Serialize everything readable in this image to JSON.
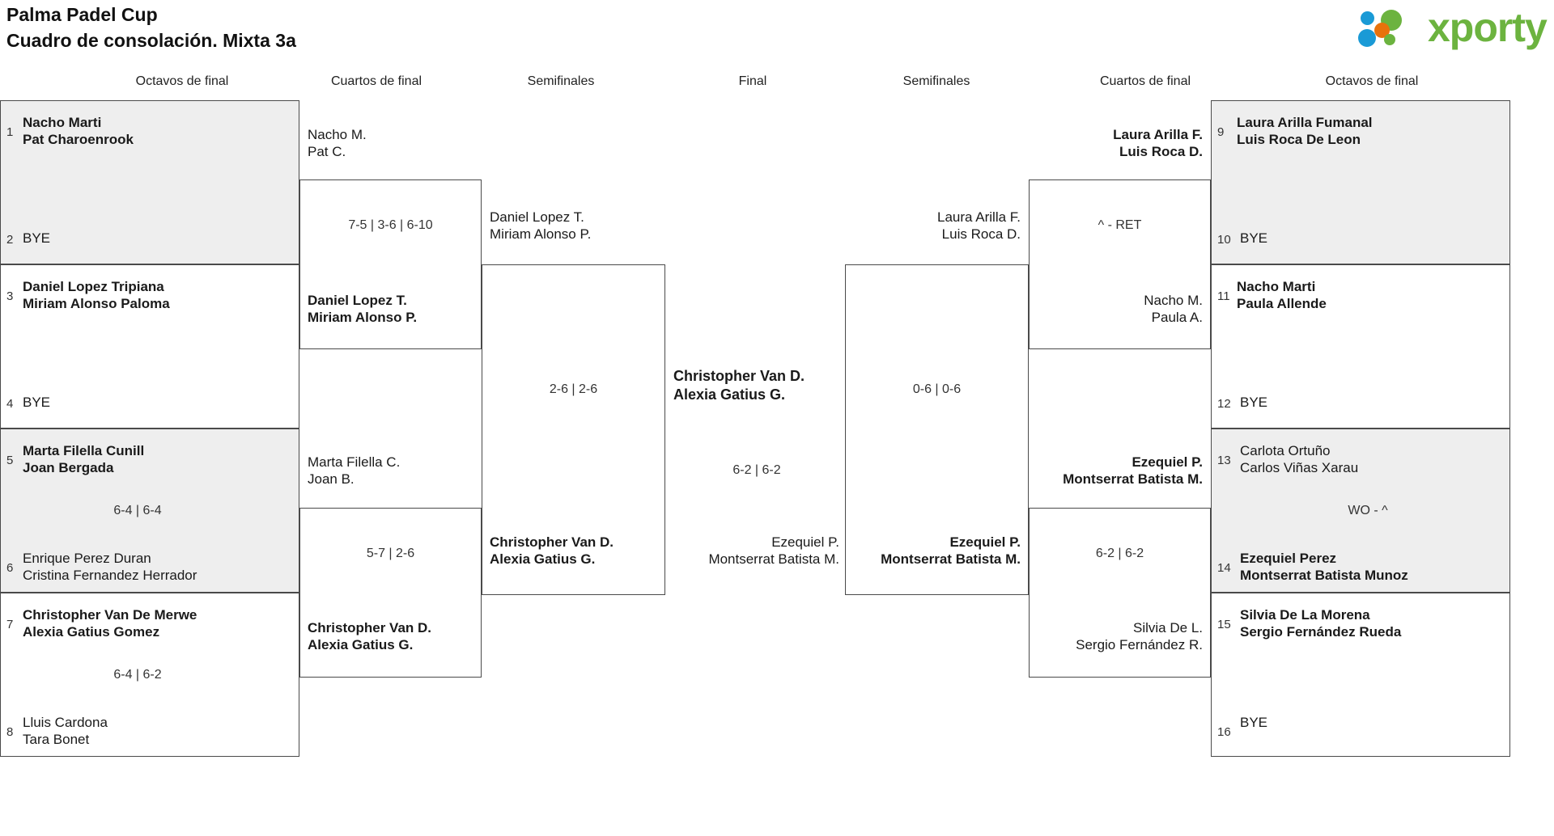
{
  "header": {
    "title_line1": "Palma Padel Cup",
    "title_line2": "Cuadro de consolación. Mixta 3a",
    "logo_text": "xporty",
    "logo_colors": {
      "green": "#6cb33f",
      "blue": "#1a9ad6",
      "orange": "#e8720c"
    }
  },
  "round_headers": [
    {
      "label": "Octavos de final"
    },
    {
      "label": "Cuartos de final"
    },
    {
      "label": "Semifinales"
    },
    {
      "label": "Final"
    },
    {
      "label": "Semifinales"
    },
    {
      "label": "Cuartos de final"
    },
    {
      "label": "Octavos de final"
    }
  ],
  "left": {
    "r16": [
      {
        "shaded": true,
        "top_seed": "1",
        "top_l1": "Nacho Marti",
        "top_l2": "Pat Charoenrook",
        "top_win": true,
        "bot_seed": "2",
        "bot_l1": "BYE",
        "bot_l2": "",
        "bot_win": false,
        "score": ""
      },
      {
        "shaded": false,
        "top_seed": "3",
        "top_l1": "Daniel Lopez Tripiana",
        "top_l2": "Miriam Alonso Paloma",
        "top_win": true,
        "bot_seed": "4",
        "bot_l1": "BYE",
        "bot_l2": "",
        "bot_win": false,
        "score": ""
      },
      {
        "shaded": true,
        "top_seed": "5",
        "top_l1": "Marta Filella Cunill",
        "top_l2": "Joan Bergada",
        "top_win": true,
        "bot_seed": "6",
        "bot_l1": "Enrique Perez Duran",
        "bot_l2": "Cristina Fernandez Herrador",
        "bot_win": false,
        "score": "6-4 | 6-4"
      },
      {
        "shaded": false,
        "top_seed": "7",
        "top_l1": "Christopher Van De Merwe",
        "top_l2": "Alexia Gatius Gomez",
        "top_win": true,
        "bot_seed": "8",
        "bot_l1": "Lluis Cardona",
        "bot_l2": "Tara Bonet",
        "bot_win": false,
        "score": "6-4 | 6-2"
      }
    ],
    "qf": [
      {
        "top_l1": "Nacho M.",
        "top_l2": "Pat C.",
        "top_win": false,
        "bot_l1": "Daniel Lopez T.",
        "bot_l2": "Miriam Alonso P.",
        "bot_win": true,
        "score": "7-5 | 3-6 | 6-10"
      },
      {
        "top_l1": "Marta Filella C.",
        "top_l2": "Joan B.",
        "top_win": false,
        "bot_l1": "Christopher Van D.",
        "bot_l2": "Alexia Gatius G.",
        "bot_win": true,
        "score": "5-7 | 2-6"
      }
    ],
    "sf": [
      {
        "top_l1": "Daniel Lopez T.",
        "top_l2": "Miriam Alonso P.",
        "top_win": false,
        "bot_l1": "Christopher Van D.",
        "bot_l2": "Alexia Gatius G.",
        "bot_win": true,
        "score": "2-6 | 2-6"
      }
    ]
  },
  "final": {
    "champion_l1": "Christopher Van D.",
    "champion_l2": "Alexia Gatius G.",
    "top_l1": "Christopher Van D.",
    "top_l2": "Alexia Gatius G.",
    "top_win": true,
    "bot_l1": "Ezequiel P.",
    "bot_l2": "Montserrat Batista M.",
    "bot_win": false,
    "score": "6-2 | 6-2"
  },
  "right": {
    "sf": [
      {
        "top_l1": "Laura Arilla F.",
        "top_l2": "Luis Roca D.",
        "top_win": false,
        "bot_l1": "Ezequiel P.",
        "bot_l2": "Montserrat Batista M.",
        "bot_win": true,
        "score": "0-6 | 0-6"
      }
    ],
    "qf": [
      {
        "top_l1": "Laura Arilla F.",
        "top_l2": "Luis Roca D.",
        "top_win": true,
        "bot_l1": "Nacho M.",
        "bot_l2": "Paula A.",
        "bot_win": false,
        "score": "^ - RET"
      },
      {
        "top_l1": "Ezequiel P.",
        "top_l2": "Montserrat Batista M.",
        "top_win": true,
        "bot_l1": "Silvia De L.",
        "bot_l2": "Sergio Fernández R.",
        "bot_win": false,
        "score": "6-2 | 6-2"
      }
    ],
    "r16": [
      {
        "shaded": true,
        "top_seed": "9",
        "top_l1": "Laura Arilla Fumanal",
        "top_l2": "Luis Roca De Leon",
        "top_win": true,
        "bot_seed": "10",
        "bot_l1": "BYE",
        "bot_l2": "",
        "bot_win": false,
        "score": ""
      },
      {
        "shaded": false,
        "top_seed": "11",
        "top_l1": "Nacho Marti",
        "top_l2": "Paula Allende",
        "top_win": true,
        "bot_seed": "12",
        "bot_l1": "BYE",
        "bot_l2": "",
        "bot_win": false,
        "score": ""
      },
      {
        "shaded": true,
        "top_seed": "13",
        "top_l1": "Carlota Ortuño",
        "top_l2": "Carlos Viñas Xarau",
        "top_win": false,
        "bot_seed": "14",
        "bot_l1": "Ezequiel Perez",
        "bot_l2": "Montserrat Batista Munoz",
        "bot_win": true,
        "score": "WO - ^"
      },
      {
        "shaded": false,
        "top_seed": "15",
        "top_l1": "Silvia De La Morena",
        "top_l2": "Sergio Fernández Rueda",
        "top_win": true,
        "bot_seed": "16",
        "bot_l1": "BYE",
        "bot_l2": "",
        "bot_win": false,
        "score": ""
      }
    ]
  }
}
